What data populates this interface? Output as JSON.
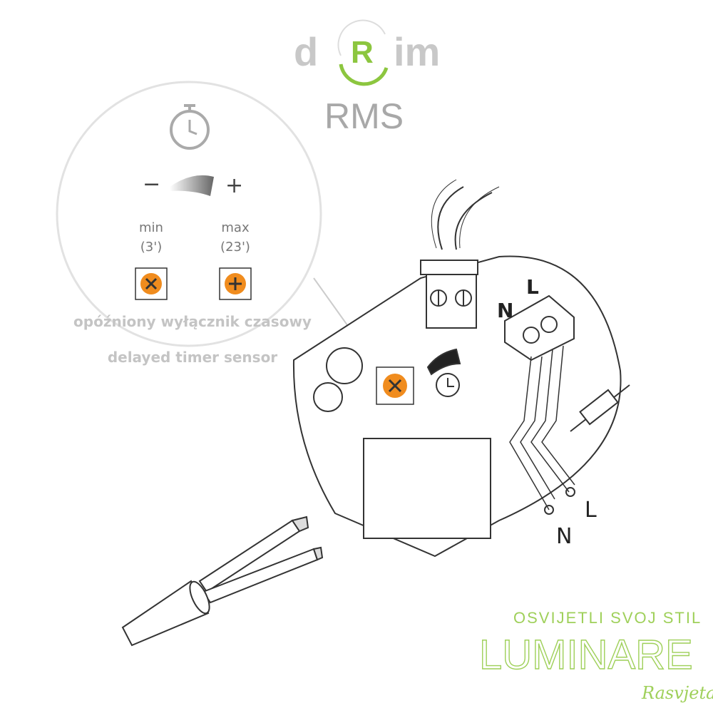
{
  "logo": {
    "brand_left": "d",
    "brand_mark": "R",
    "brand_right": "im",
    "model": "RMS"
  },
  "colors": {
    "brand_green": "#8cc63f",
    "gray_text": "#999999",
    "screw_orange": "#f08c1e",
    "line": "#333333"
  },
  "detail": {
    "icon": "stopwatch-icon",
    "minus": "−",
    "plus": "+",
    "min_label": "min",
    "min_value": "(3')",
    "max_label": "max",
    "max_value": "(23')",
    "caption_pl": "opóźniony wyłącznik czasowy",
    "caption_en": "delayed timer sensor"
  },
  "terminals": {
    "top_n": "N",
    "top_l": "L",
    "wire_n": "N",
    "wire_l": "L"
  },
  "watermark": {
    "tagline": "OSVIJETLI SVOJ STIL",
    "name": "LUMINARE",
    "script": "Rasvjeta"
  }
}
